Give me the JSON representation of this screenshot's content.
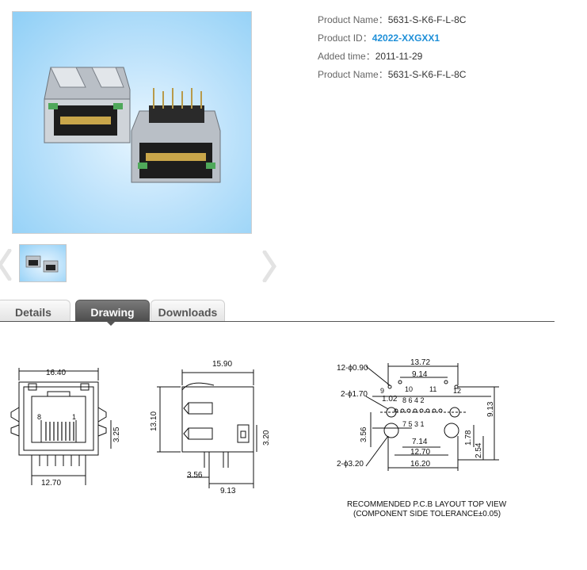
{
  "product": {
    "rows": [
      {
        "label": "Product Name：",
        "value": "5631-S-K6-F-L-8C"
      },
      {
        "label": "Product ID：",
        "value": "42022-XXGXX1"
      },
      {
        "label": "Added time：",
        "value": "2011-11-29"
      },
      {
        "label": "Product Name：",
        "value": "5631-S-K6-F-L-8C"
      }
    ]
  },
  "gallery": {
    "prev_icon": "chevron-left-icon",
    "next_icon": "chevron-right-icon"
  },
  "tabs": [
    {
      "label": "Details",
      "active": false
    },
    {
      "label": "Drawing",
      "active": true
    },
    {
      "label": "Downloads",
      "active": false
    }
  ],
  "drawing": {
    "front": {
      "top": "16.40",
      "bottom": "12.70",
      "side": "3.25",
      "pin_left": "8",
      "pin_right": "1"
    },
    "side": {
      "top": "15.90",
      "left": "13.10",
      "right": "3.20",
      "bottom_a": "3.56",
      "bottom_b": "9.13"
    },
    "pcb": {
      "dim_top": "13.72",
      "dim_top2": "9.14",
      "hole_small": "12-ϕ0.90",
      "hole_mid": "2-ϕ1.70",
      "hole_big": "2-ϕ3.20",
      "pitch": "1.02",
      "pins_row1": "8  6  4  2",
      "pins_row2": "7  5  3  1",
      "pin9": "9",
      "pin10": "10",
      "pin11": "11",
      "pin12": "12",
      "dim_714": "7.14",
      "dim_1270": "12.70",
      "dim_1620": "16.20",
      "dim_356": "3.56",
      "dim_178": "1.78",
      "dim_254": "2.54",
      "dim_913": "9.13",
      "caption1": "RECOMMENDED P.C.B LAYOUT TOP VIEW",
      "caption2": "(COMPONENT SIDE TOLERANCE±0.05)"
    }
  },
  "colors": {
    "accent": "#1e8fd8",
    "photo_bg": "#a9daf8",
    "tab_active": "#5a5a5a"
  }
}
